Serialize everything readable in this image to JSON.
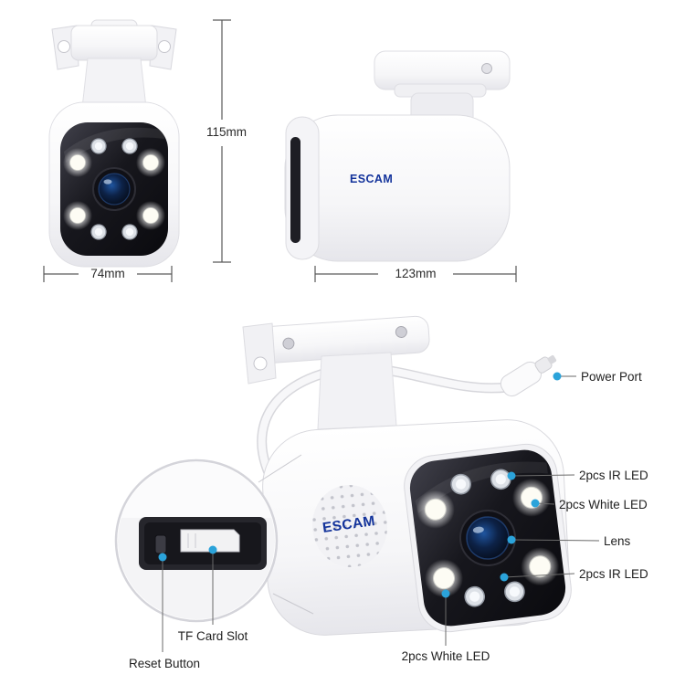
{
  "brand": {
    "name": "ESCAM",
    "color": "#13339b"
  },
  "dimensions": {
    "height": {
      "label": "115mm"
    },
    "front_width": {
      "label": "74mm"
    },
    "side_length": {
      "label": "123mm"
    }
  },
  "callouts": {
    "power_port": {
      "label": "Power Port"
    },
    "ir_led_top": {
      "label": "2pcs IR LED"
    },
    "white_led_right": {
      "label": "2pcs White LED"
    },
    "lens": {
      "label": "Lens"
    },
    "ir_led_bottom": {
      "label": "2pcs IR LED"
    },
    "white_led_bottom": {
      "label": "2pcs White LED"
    },
    "tf_card_slot": {
      "label": "TF Card Slot"
    },
    "reset_button": {
      "label": "Reset Button"
    }
  },
  "colors": {
    "accent_dot": "#2ba3da",
    "callout_line": "#6a6a6a",
    "dimension_line": "#5a5a5a",
    "label_text": "#1f1f1f"
  }
}
